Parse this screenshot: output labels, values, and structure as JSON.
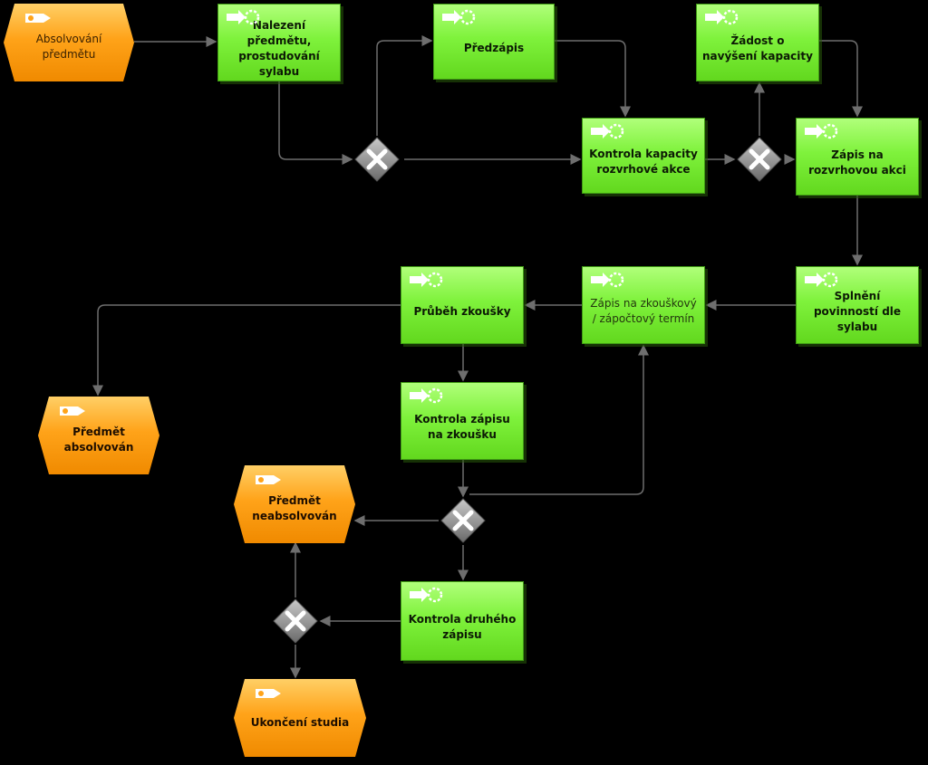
{
  "events": {
    "absolvovani": "Absolvování předmětu",
    "absolvovan": "Předmět absolvován",
    "neabsolvovan": "Předmět neabsolvován",
    "ukonceni": "Ukončení studia"
  },
  "functions": {
    "nalezeni": "Nalezení předmětu, prostudování sylabu",
    "predzapis": "Předzápis",
    "zadost": "Žádost o navýšení kapacity",
    "kontrola_kapacity": "Kontrola kapacity rozvrhové akce",
    "zapis_rozvrh": "Zápis na rozvrhovou akci",
    "splneni": "Splnění povinností dle sylabu",
    "zapis_zkouska": "Zápis na zkouškový / zápočtový termín",
    "prubeh": "Průběh zkoušky",
    "kontrola_zapisu": "Kontrola zápisu na zkoušku",
    "kontrola_druheho": "Kontrola druhého zápisu"
  },
  "gateways": {
    "type": "XOR"
  },
  "colors": {
    "function": "#7ff23c",
    "event": "#ffa319",
    "gateway": "#8c8c8c",
    "connector": "#6e6e6e",
    "background": "#000000"
  }
}
